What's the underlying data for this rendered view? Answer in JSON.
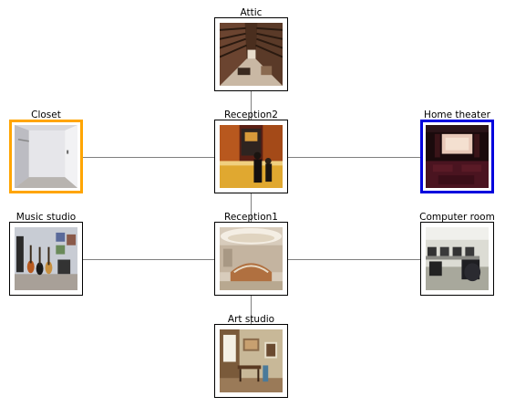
{
  "colors": {
    "edge": "#7f7f7f",
    "border_default": "#000000",
    "highlight_orange": "#ffa500",
    "highlight_blue": "#0000dd"
  },
  "rooms": {
    "attic": {
      "label": "Attic",
      "highlight": "none"
    },
    "reception2": {
      "label": "Reception2",
      "highlight": "none"
    },
    "closet": {
      "label": "Closet",
      "highlight": "orange"
    },
    "home_theater": {
      "label": "Home theater",
      "highlight": "blue"
    },
    "music_studio": {
      "label": "Music studio",
      "highlight": "none"
    },
    "reception1": {
      "label": "Reception1",
      "highlight": "none"
    },
    "computer_room": {
      "label": "Computer room",
      "highlight": "none"
    },
    "art_studio": {
      "label": "Art studio",
      "highlight": "none"
    }
  },
  "connections": [
    [
      "attic",
      "reception2"
    ],
    [
      "closet",
      "reception2"
    ],
    [
      "reception2",
      "home_theater"
    ],
    [
      "reception2",
      "reception1"
    ],
    [
      "music_studio",
      "reception1"
    ],
    [
      "reception1",
      "computer_room"
    ],
    [
      "reception1",
      "art_studio"
    ]
  ]
}
